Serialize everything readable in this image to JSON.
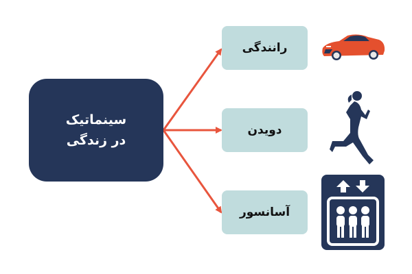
{
  "diagram": {
    "root": {
      "line1": "سینماتیک",
      "line2": "در زندگی"
    },
    "children": [
      {
        "label": "رانندگی",
        "icon": "sports-car-icon"
      },
      {
        "label": "دویدن",
        "icon": "running-woman-icon"
      },
      {
        "label": "آسانسور",
        "icon": "elevator-icon"
      }
    ]
  },
  "colors": {
    "root_fill": "#253659",
    "leaf_fill": "#c0dcdd",
    "arrow": "#e8553d",
    "car": "#e4502e",
    "icon_dark": "#253659"
  }
}
